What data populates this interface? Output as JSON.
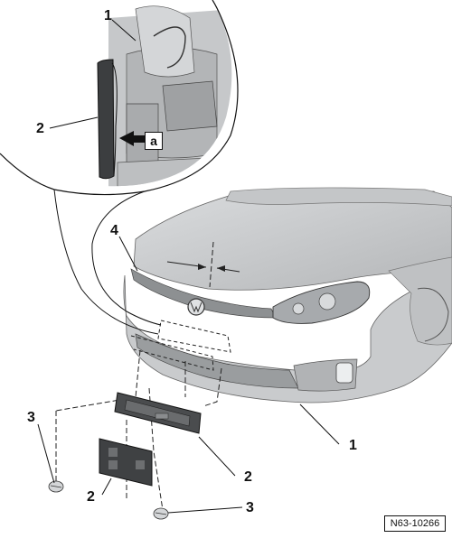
{
  "callouts": {
    "c1_top": "1",
    "c2_top": "2",
    "c4": "4",
    "c3_left": "3",
    "c1_right": "1",
    "c2_right": "2",
    "c2_left": "2",
    "c3_bottom": "3"
  },
  "detail_label": "a",
  "figure_id": "N63-10266",
  "colors": {
    "body": "#cfd1d3",
    "body_shade": "#b9bbbd",
    "dark_part": "#3a3c3e",
    "line": "#111111"
  }
}
